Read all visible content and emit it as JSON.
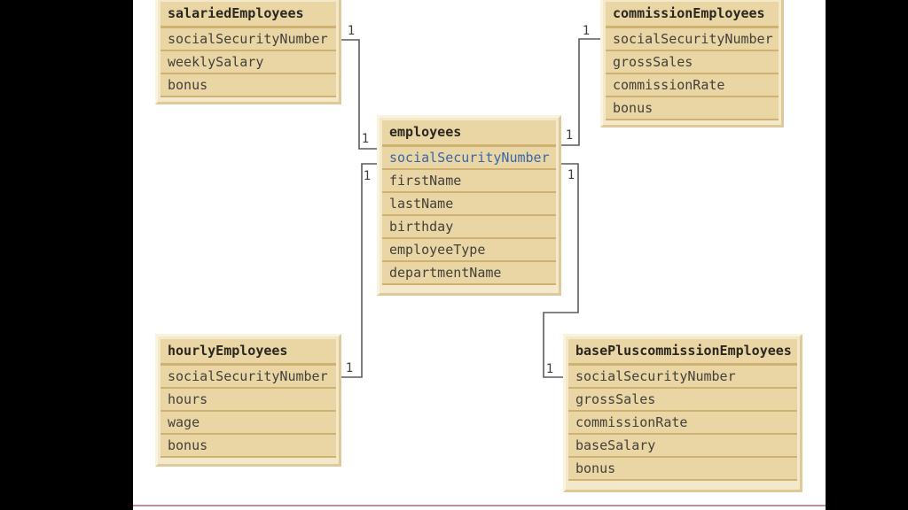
{
  "page": {
    "background": "#ffffff",
    "left_bar_color": "#000000",
    "right_bar_color": "#000000",
    "bottom_line_color": "#bf8ca0"
  },
  "diagram": {
    "tables": [
      {
        "title": "salariedEmployees",
        "rows": [
          "socialSecurityNumber",
          "weeklySalary",
          "bonus"
        ]
      },
      {
        "title": "commissionEmployees",
        "rows": [
          "socialSecurityNumber",
          "grossSales",
          "commissionRate",
          "bonus"
        ]
      },
      {
        "title": "employees",
        "rows": [
          "socialSecurityNumber",
          "firstName",
          "lastName",
          "birthday",
          "employeeType",
          "departmentName"
        ],
        "highlighted_row": "socialSecurityNumber",
        "highlight_color": "#3767a8"
      },
      {
        "title": "hourlyEmployees",
        "rows": [
          "socialSecurityNumber",
          "hours",
          "wage",
          "bonus"
        ]
      },
      {
        "title": "basePluscommissionEmployees",
        "rows": [
          "socialSecurityNumber",
          "grossSales",
          "commissionRate",
          "baseSalary",
          "bonus"
        ]
      }
    ],
    "connections": [
      {
        "from": "salariedEmployees",
        "to": "employees",
        "from_label": "1",
        "to_label": "1"
      },
      {
        "from": "commissionEmployees",
        "to": "employees",
        "from_label": "1",
        "to_label": "1"
      },
      {
        "from": "employees",
        "to": "hourlyEmployees",
        "from_label": "1",
        "to_label": "1"
      },
      {
        "from": "employees",
        "to": "basePluscommissionEmployees",
        "from_label": "1",
        "to_label": "1"
      }
    ],
    "colors": {
      "table_fill": "#e9d6a4",
      "table_frame": "#f3e8c9",
      "bevel_light": "#faf3df",
      "bevel_dark": "#ddca98",
      "divider": "#cfb171",
      "title_text": "#2b2620",
      "row_text": "#44403a",
      "highlight_text": "#3767a8",
      "connector": "#5b5b5e",
      "label_text": "#3f3f41"
    }
  }
}
